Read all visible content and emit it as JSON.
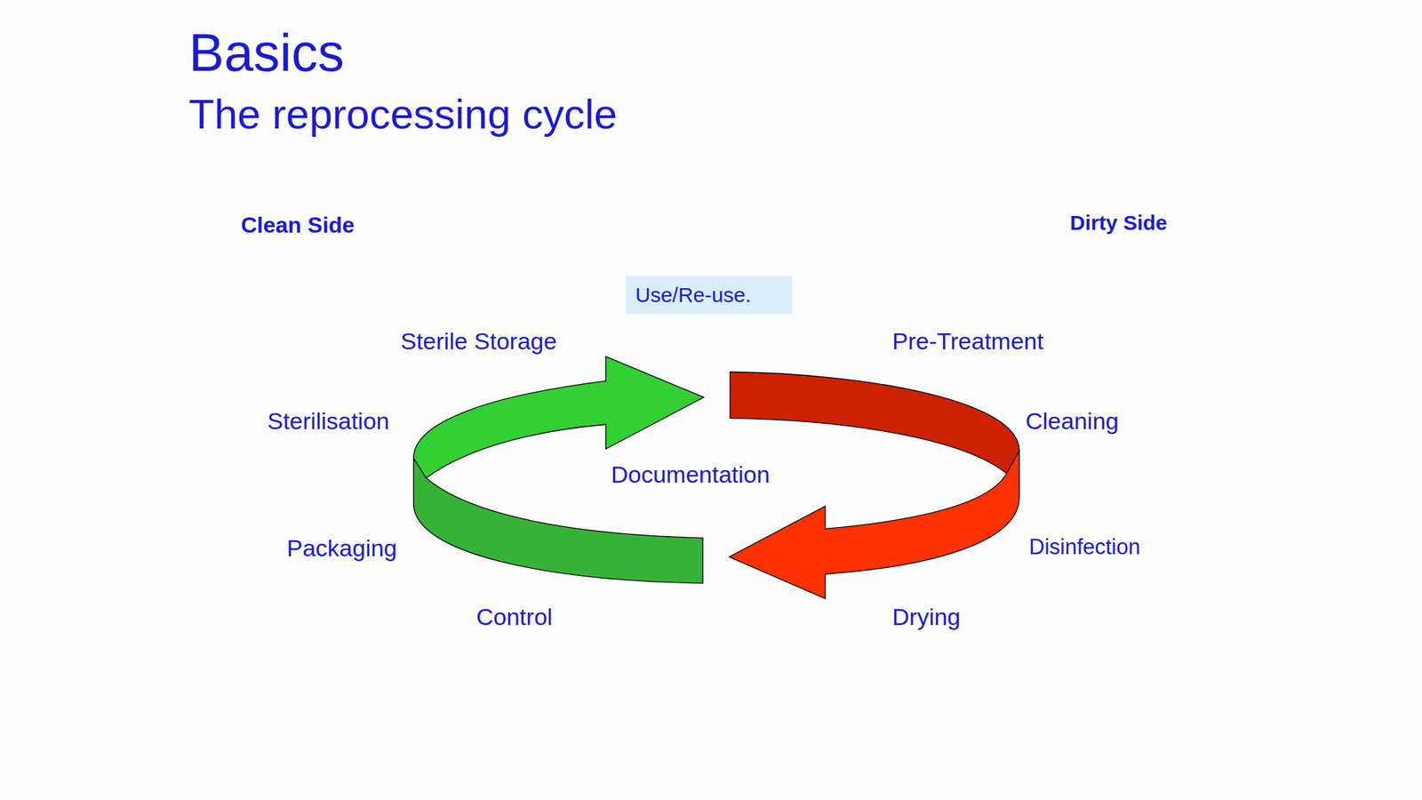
{
  "diagram": {
    "title": "Basics",
    "nodes": [
      {
        "text": [
          "Use/Re-use."
        ]
      }
    ],
    "labels": [
      "The reprocessing cycle",
      "Clean Side",
      "Dirty Side",
      "Sterile Storage",
      "Pre-Treatment",
      "Sterilisation",
      "Cleaning",
      "Documentation",
      "Packaging",
      "Disinfection",
      "Control",
      "Drying"
    ]
  }
}
